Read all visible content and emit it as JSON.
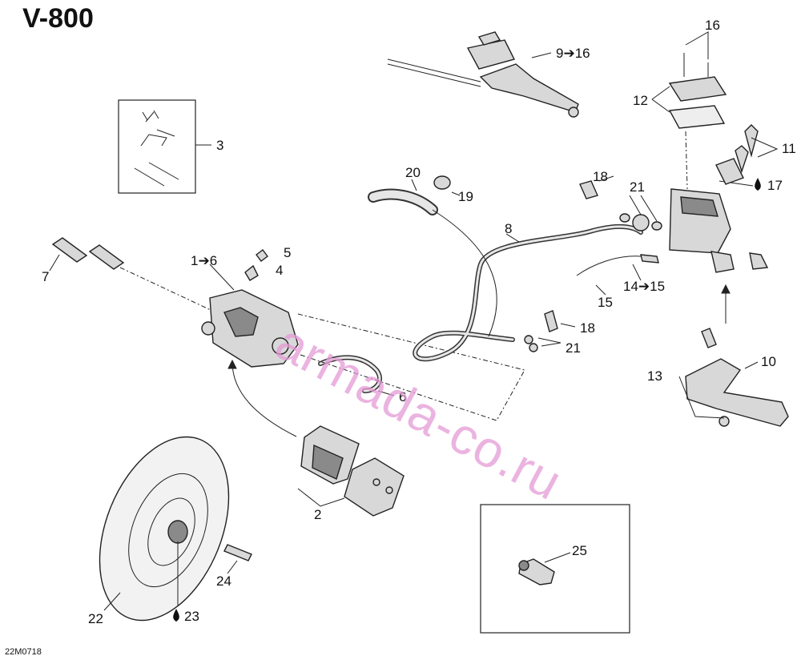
{
  "title": "V-800",
  "drawing_code": "22M0718",
  "watermark": "armada-co.ru",
  "colors": {
    "watermark": "#e59ad6",
    "line": "#222222",
    "background": "#ffffff"
  },
  "callouts": [
    {
      "id": "c1",
      "text": "1➔6"
    },
    {
      "id": "c2",
      "text": "2"
    },
    {
      "id": "c3",
      "text": "3"
    },
    {
      "id": "c4",
      "text": "4"
    },
    {
      "id": "c5",
      "text": "5"
    },
    {
      "id": "c6",
      "text": "6"
    },
    {
      "id": "c7",
      "text": "7"
    },
    {
      "id": "c8",
      "text": "8"
    },
    {
      "id": "c9",
      "text": "9➔16"
    },
    {
      "id": "c10",
      "text": "10"
    },
    {
      "id": "c11",
      "text": "11"
    },
    {
      "id": "c12",
      "text": "12"
    },
    {
      "id": "c13",
      "text": "13"
    },
    {
      "id": "c14",
      "text": "14➔15"
    },
    {
      "id": "c15",
      "text": "15"
    },
    {
      "id": "c16",
      "text": "16"
    },
    {
      "id": "c17",
      "text": "17"
    },
    {
      "id": "c18a",
      "text": "18"
    },
    {
      "id": "c18b",
      "text": "18"
    },
    {
      "id": "c19",
      "text": "19"
    },
    {
      "id": "c20",
      "text": "20"
    },
    {
      "id": "c21a",
      "text": "21"
    },
    {
      "id": "c21b",
      "text": "21"
    },
    {
      "id": "c22",
      "text": "22"
    },
    {
      "id": "c23",
      "text": "23"
    },
    {
      "id": "c24",
      "text": "24"
    },
    {
      "id": "c25",
      "text": "25"
    }
  ]
}
